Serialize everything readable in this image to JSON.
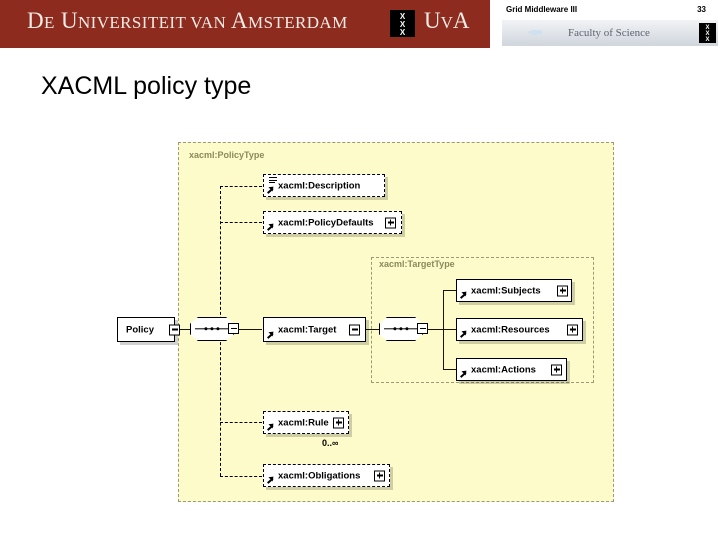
{
  "branding": {
    "wordmark": "DE UNIVERSITEIT VAN AMSTERDAM",
    "wordmark_parts": [
      "D",
      "E ",
      "U",
      "NIVERSITEIT VAN ",
      "A",
      "MSTERDAM"
    ],
    "abbrev": "UvA",
    "crest_rows": [
      "X",
      "X",
      "X"
    ],
    "banner_color": "#8d2b1f"
  },
  "header": {
    "title": "Grid Middleware III",
    "page_number": "33",
    "faculty": "Faculty of Science",
    "crest_rows": [
      "X",
      "X",
      "X"
    ]
  },
  "slide": {
    "title": "XACML policy type"
  },
  "diagram": {
    "type": "xml-schema-tree",
    "groups": [
      {
        "id": "policy-type",
        "label": "xacml:PolicyType"
      },
      {
        "id": "target-type",
        "label": "xacml:TargetType"
      }
    ],
    "root": {
      "label": "Policy",
      "border": "solid",
      "expander": "minus"
    },
    "nodes": [
      {
        "id": "description",
        "label": "xacml:Description",
        "border": "dashed",
        "expander": "none",
        "glyph": "lines"
      },
      {
        "id": "policy-defaults",
        "label": "xacml:PolicyDefaults",
        "border": "dashed",
        "expander": "plus",
        "glyph": "arrow"
      },
      {
        "id": "target",
        "label": "xacml:Target",
        "border": "solid",
        "expander": "minus",
        "glyph": "arrow"
      },
      {
        "id": "subjects",
        "label": "xacml:Subjects",
        "border": "solid",
        "expander": "plus",
        "glyph": "arrow"
      },
      {
        "id": "resources",
        "label": "xacml:Resources",
        "border": "solid",
        "expander": "plus",
        "glyph": "arrow"
      },
      {
        "id": "actions",
        "label": "xacml:Actions",
        "border": "solid",
        "expander": "plus",
        "glyph": "arrow"
      },
      {
        "id": "rule",
        "label": "xacml:Rule",
        "border": "dashed",
        "expander": "plus",
        "glyph": "arrow",
        "cardinality": "0..∞"
      },
      {
        "id": "obligations",
        "label": "xacml:Obligations",
        "border": "dashed",
        "expander": "plus",
        "glyph": "arrow"
      }
    ],
    "cardinalities": {
      "rule": "0..∞"
    },
    "colors": {
      "group_fill": "#fcfbc9",
      "group_border": "#9a9a78",
      "group_label": "#8a8a5e",
      "line": "#5a4a16"
    }
  }
}
